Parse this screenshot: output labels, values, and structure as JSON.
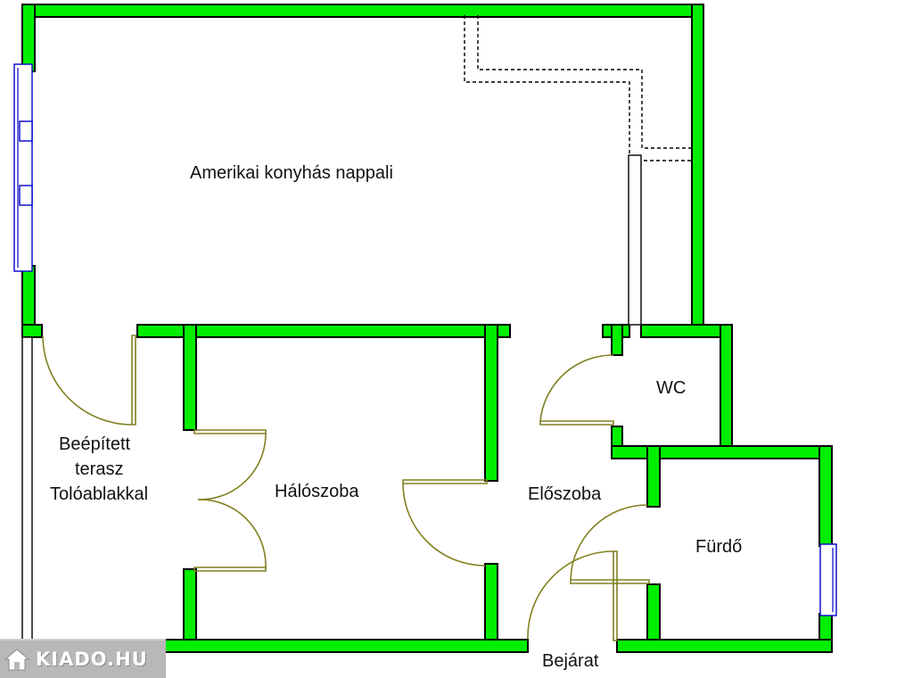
{
  "rooms": {
    "living": "Amerikai konyhás nappali",
    "terrace_line1": "Beépített",
    "terrace_line2": "terasz",
    "terrace_line3": "Tolóablakkal",
    "bedroom": "Hálószoba",
    "hall": "Előszoba",
    "wc": "WC",
    "bath": "Fürdő",
    "entrance": "Bejárat"
  },
  "watermark": "KIADO.HU",
  "colors": {
    "wall": "#00ee00",
    "door": "#808020",
    "window": "#0000cc",
    "logo_bg": "#b8b8b8"
  }
}
